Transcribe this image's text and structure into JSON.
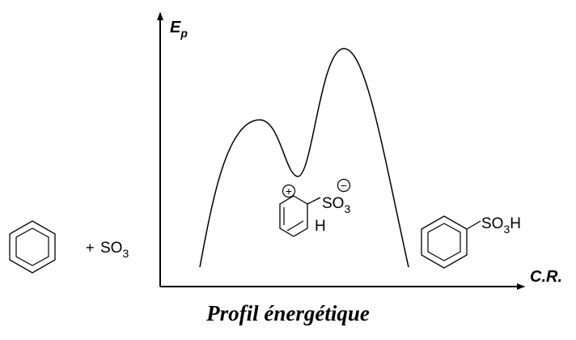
{
  "axes": {
    "y_label_main": "E",
    "y_label_sub": "p",
    "x_label": "C.R."
  },
  "reactants": {
    "plus": "+",
    "reagent_main": "SO",
    "reagent_sub": "3"
  },
  "intermediate": {
    "positive_charge": "+",
    "negative_charge": "−",
    "group_main": "SO",
    "group_sub": "3",
    "hydrogen": "H"
  },
  "product": {
    "group_main": "SO",
    "group_sub": "3",
    "group_tail": "H"
  },
  "caption": "Profil énergétique"
}
